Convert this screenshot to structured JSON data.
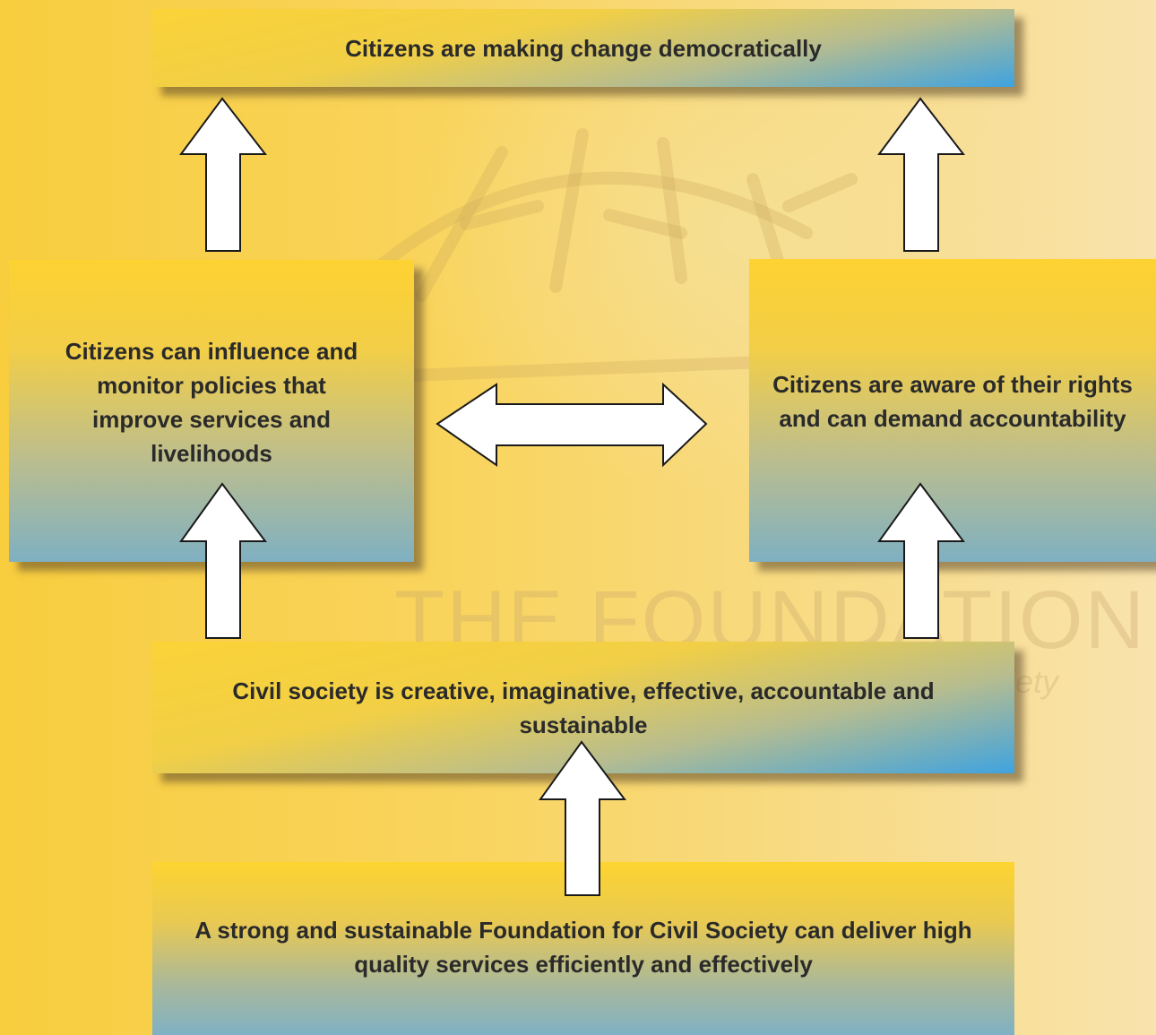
{
  "diagram": {
    "boxes": {
      "top": "Citizens are making change democratically",
      "left": "Citizens can influence and monitor policies that improve services and livelihoods",
      "right": "Citizens are aware of their rights and can demand accountability",
      "middle": "Civil society is creative, imaginative, effective, accountable and sustainable",
      "bottom": "A strong and sustainable Foundation for Civil Society can deliver high quality services efficiently and effectively"
    },
    "watermark": {
      "title": "THE FOUNDATION",
      "subtitle": "iety"
    }
  }
}
